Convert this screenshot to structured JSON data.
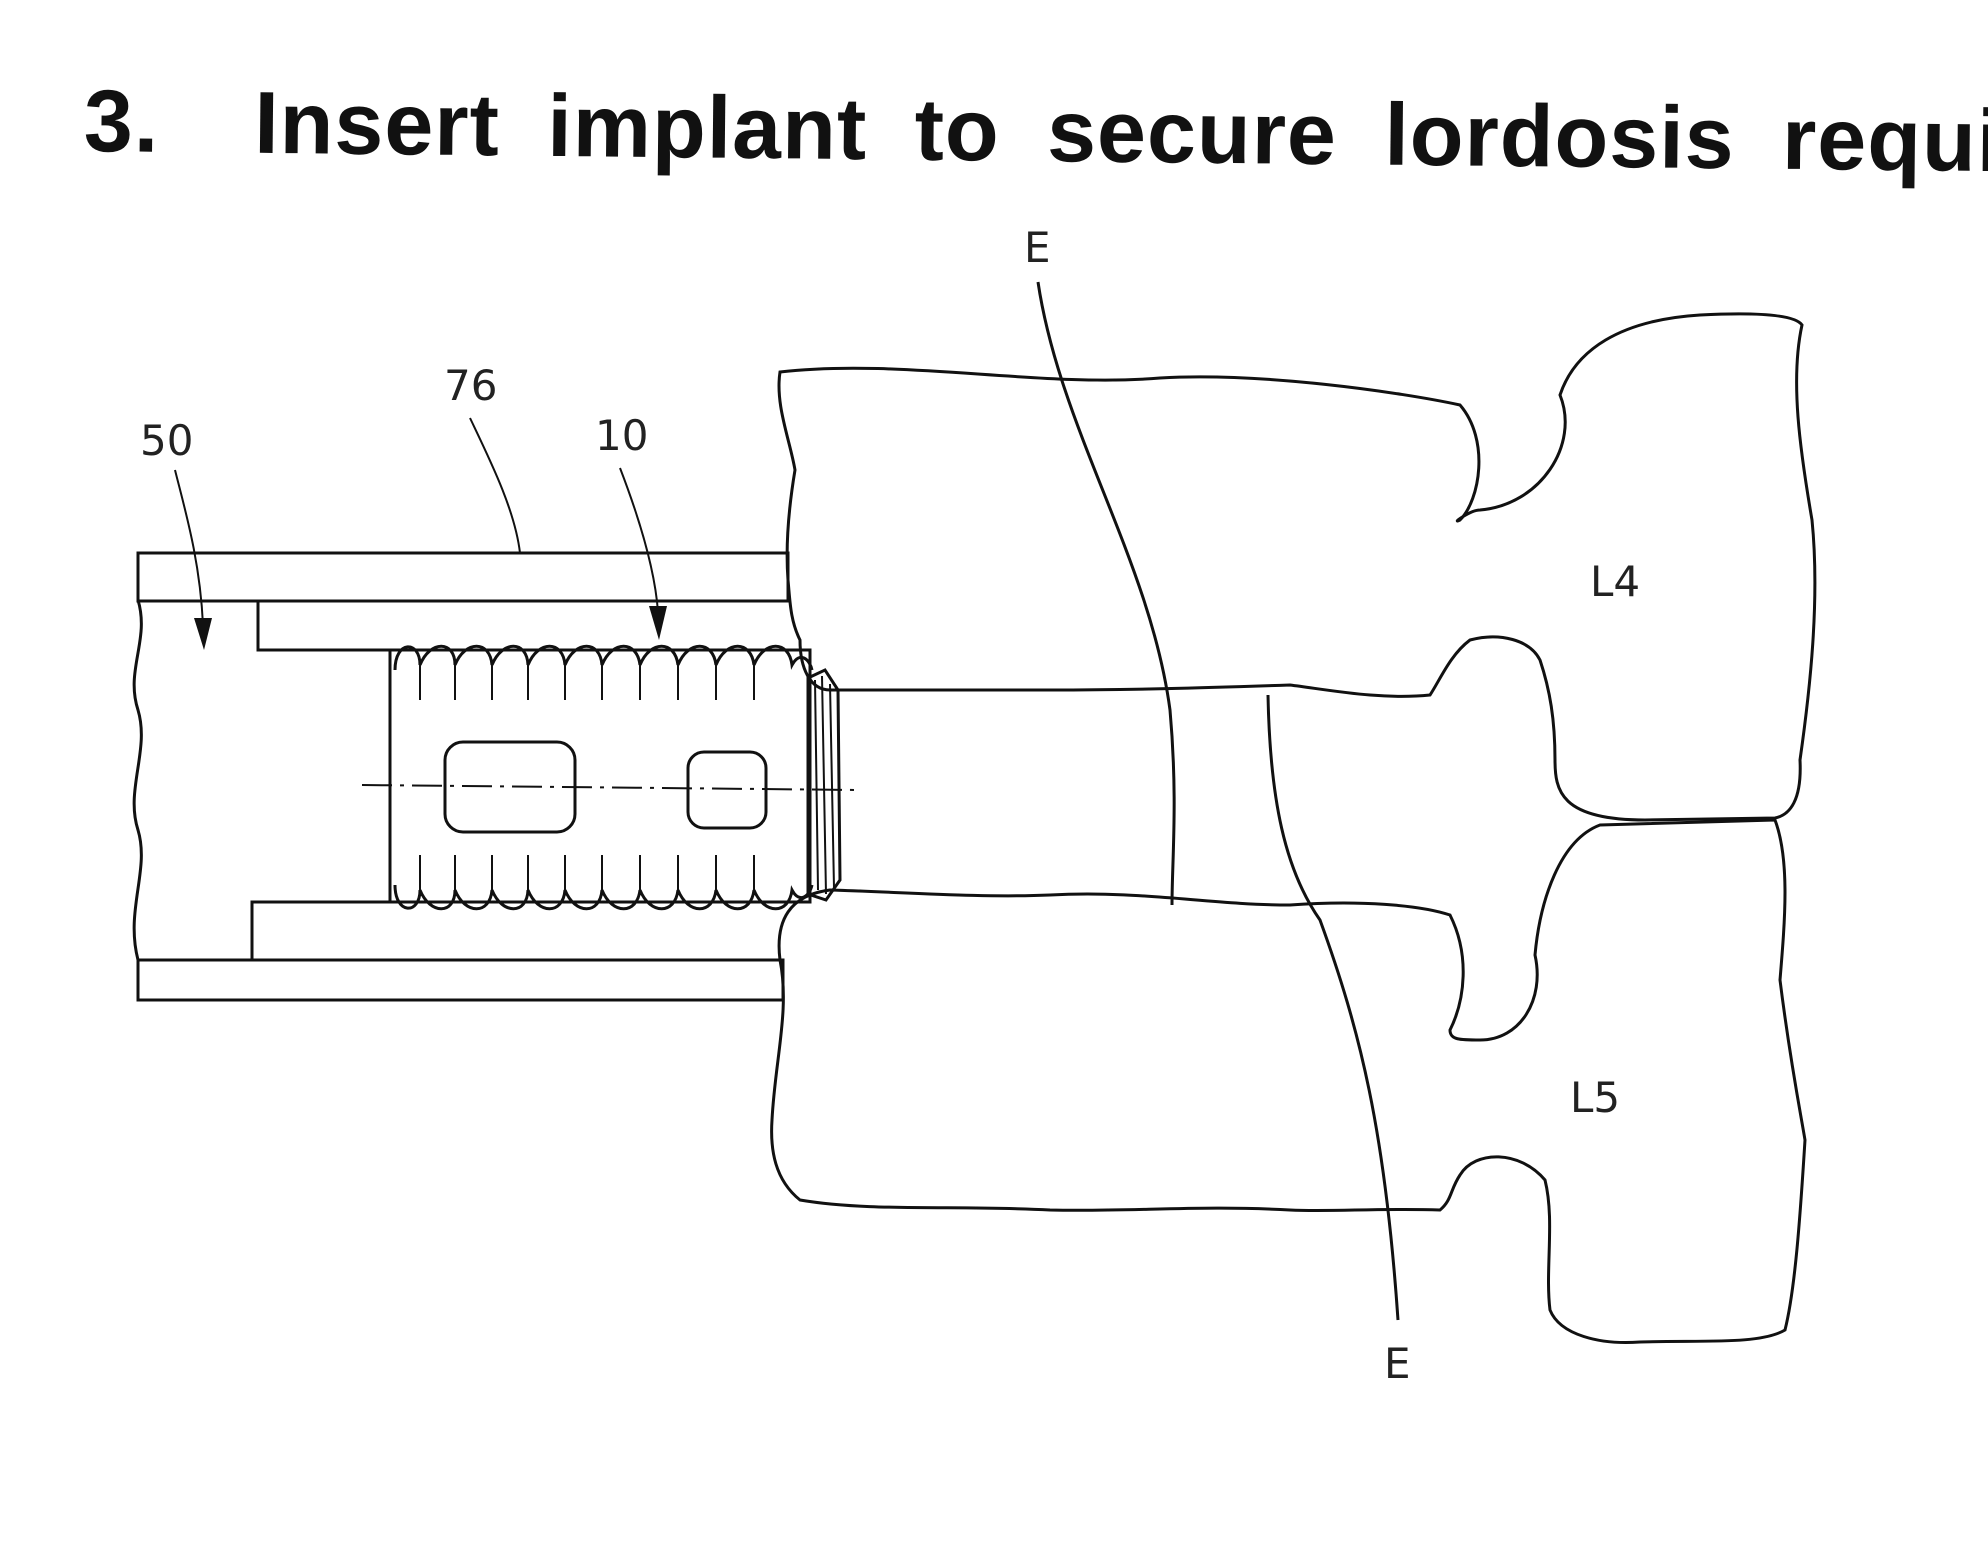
{
  "title": {
    "step_number": "3.",
    "text": "Insert implant to secure lordosis required"
  },
  "labels": {
    "instrument": "50",
    "tube": "76",
    "implant": "10",
    "endplate_top": "E",
    "endplate_bottom": "E",
    "vertebra_upper": "L4",
    "vertebra_lower": "L5"
  },
  "colors": {
    "ink": "#111111",
    "background": "#ffffff"
  }
}
